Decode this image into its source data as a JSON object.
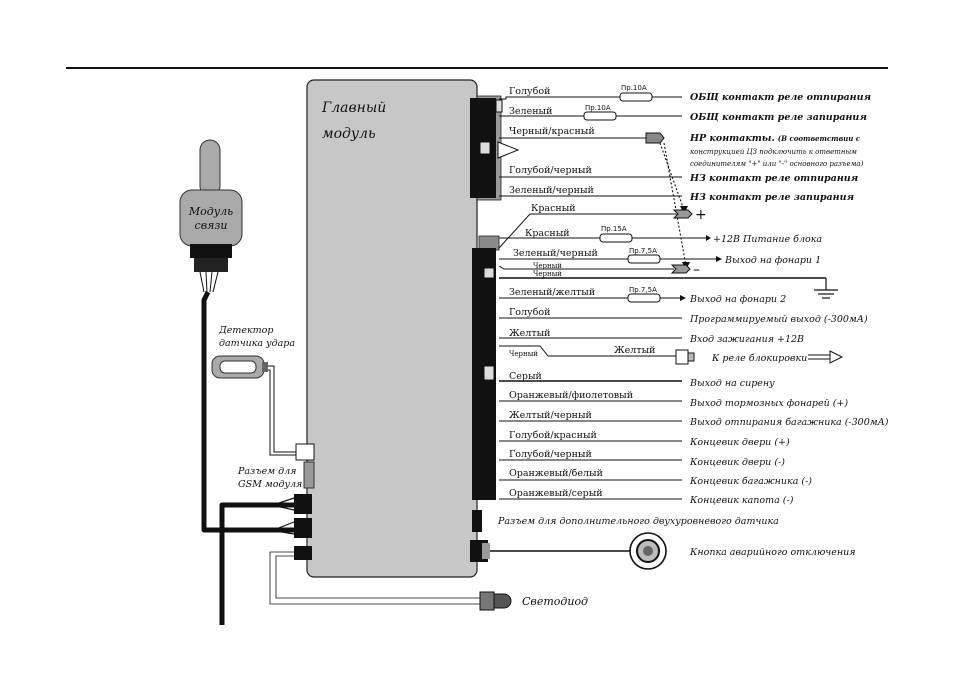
{
  "main_module": {
    "line1": "Главный",
    "line2": "модуль"
  },
  "comm_module": {
    "line1": "Модуль",
    "line2": "связи"
  },
  "shock_sensor": {
    "line1": "Детектор",
    "line2": "датчика удара"
  },
  "gsm_connector": {
    "line1": "Разъем для",
    "line2": "GSM модуля"
  },
  "wires": [
    {
      "label": "Голубой",
      "fuse": "Пр.10А",
      "func": "ОБЩ контакт реле отпирания"
    },
    {
      "label": "Зеленый",
      "fuse": "Пр.10А",
      "func": "ОБЩ контакт реле запирания"
    },
    {
      "label": "Черный/красный",
      "func": "НР контакты.",
      "note_inline": "(В соответствии с",
      "note2": "конструкцией ЦЗ подключить к ответным",
      "note3": "соединителям \"+\" или \"-\" основного разъема)"
    },
    {
      "label": "Голубой/черный",
      "func": "НЗ контакт реле отпирания"
    },
    {
      "label": "Зеленый/черный",
      "func": "НЗ контакт реле запирания"
    },
    {
      "label": "Красный",
      "sign": "+"
    },
    {
      "label": "Красный",
      "fuse": "Пр.15А",
      "func": "+12В Питание блока"
    },
    {
      "label": "Зеленый/черный",
      "fuse": "Пр.7,5А",
      "func": "Выход на фонари 1"
    },
    {
      "label": "Черный",
      "sign": "–"
    },
    {
      "label": "Черный"
    },
    {
      "label": "Зеленый/желтый",
      "fuse": "Пр.7,5А",
      "func": "Выход на фонари 2"
    },
    {
      "label": "Голубой",
      "func": "Программируемый выход (-300мА)"
    },
    {
      "label": "Желтый",
      "func": "Вход зажигания +12В"
    },
    {
      "label": "Черный",
      "label2": "Желтый",
      "func": "К реле блокировки"
    },
    {
      "label": "Серый",
      "func": "Выход на сирену"
    },
    {
      "label": "Оранжевый/фиолетовый",
      "func": "Выход тормозных фонарей (+)"
    },
    {
      "label": "Желтый/черный",
      "func": "Выход отпирания багажника (-300мА)"
    },
    {
      "label": "Голубой/красный",
      "func": "Концевик двери (+)"
    },
    {
      "label": "Голубой/черный",
      "func": "Концевик двери (-)"
    },
    {
      "label": "Оранжевый/белый",
      "func": "Концевик багажника (-)"
    },
    {
      "label": "Оранжевый/серый",
      "func": "Концевик капота (-)"
    }
  ],
  "aux_sensor": "Разъем для дополнительного двухуровневого датчика",
  "emergency_button": "Кнопка аварийного отключения",
  "led": "Светодиод"
}
